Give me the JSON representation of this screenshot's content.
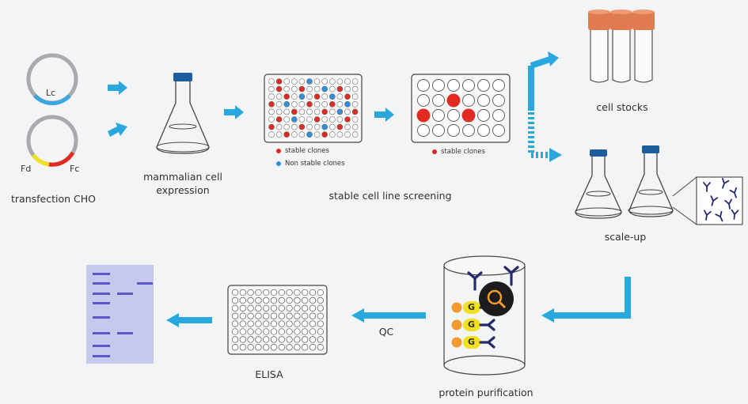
{
  "plasmids": {
    "lc": "Lc",
    "fd": "Fd",
    "fc": "Fc",
    "label": "transfection CHO"
  },
  "expression": {
    "label": "mammalian cell\nexpression"
  },
  "screening": {
    "legend_stable": "stable clones",
    "legend_nonstable": "Non stable clones",
    "legend_stable2": "stable clones",
    "label": "stable cell line screening"
  },
  "cell_stocks": {
    "label": "cell stocks"
  },
  "scaleup": {
    "label": "scale-up"
  },
  "purification": {
    "label": "protein purification",
    "g": "G"
  },
  "qc": {
    "label": "QC"
  },
  "elisa": {
    "label": "ELISA"
  },
  "colors": {
    "arrow": "#29a8e0",
    "red": "#e02a22",
    "blue": "#2f8fd8",
    "cap_blue": "#1d5d9e",
    "cap_orange": "#e07a50",
    "yellow": "#f0e020",
    "orange_ball": "#f29a2e",
    "antibody": "#252a6b",
    "gel": "#c6c9ec",
    "band": "#5a57c8"
  }
}
